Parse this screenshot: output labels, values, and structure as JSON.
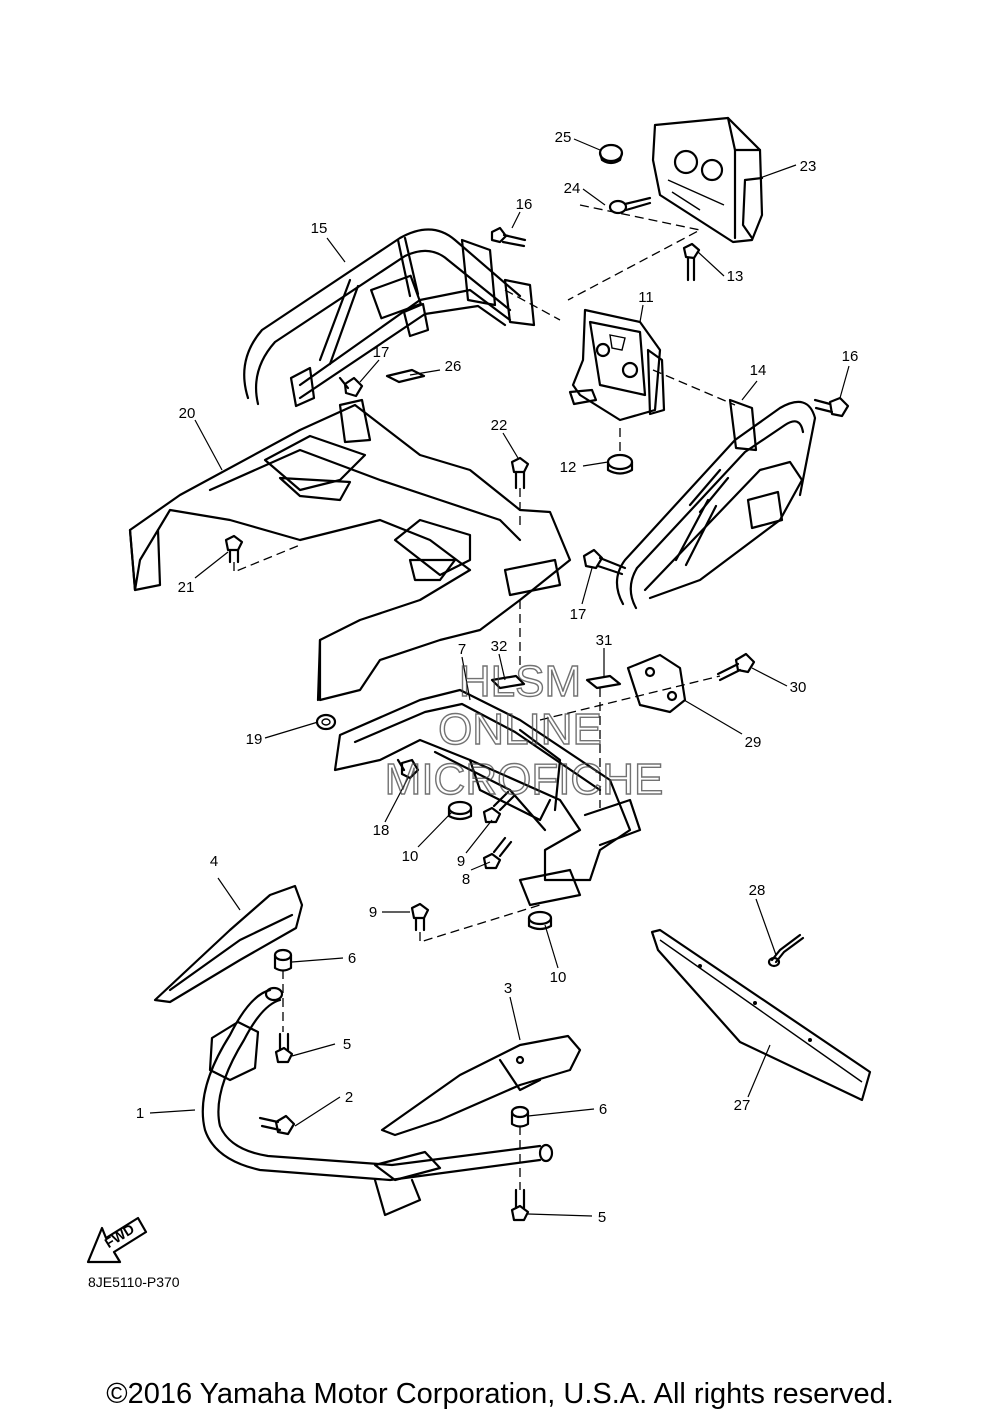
{
  "diagram_code": "8JE5110-P370",
  "copyright": "©2016 Yamaha Motor Corporation, U.S.A. All rights reserved.",
  "watermark": {
    "line1": "HLSM",
    "line2": "ONLINE",
    "line3": "MICROFICHE"
  },
  "fwd_label": "FWD",
  "callouts": [
    {
      "id": "c1",
      "label": "1"
    },
    {
      "id": "c2",
      "label": "2"
    },
    {
      "id": "c3",
      "label": "3"
    },
    {
      "id": "c4",
      "label": "4"
    },
    {
      "id": "c5a",
      "label": "5"
    },
    {
      "id": "c5b",
      "label": "5"
    },
    {
      "id": "c6a",
      "label": "6"
    },
    {
      "id": "c6b",
      "label": "6"
    },
    {
      "id": "c7",
      "label": "7"
    },
    {
      "id": "c8",
      "label": "8"
    },
    {
      "id": "c9a",
      "label": "9"
    },
    {
      "id": "c9b",
      "label": "9"
    },
    {
      "id": "c10a",
      "label": "10"
    },
    {
      "id": "c10b",
      "label": "10"
    },
    {
      "id": "c11",
      "label": "11"
    },
    {
      "id": "c12",
      "label": "12"
    },
    {
      "id": "c13",
      "label": "13"
    },
    {
      "id": "c14",
      "label": "14"
    },
    {
      "id": "c15",
      "label": "15"
    },
    {
      "id": "c16a",
      "label": "16"
    },
    {
      "id": "c16b",
      "label": "16"
    },
    {
      "id": "c17a",
      "label": "17"
    },
    {
      "id": "c17b",
      "label": "17"
    },
    {
      "id": "c18",
      "label": "18"
    },
    {
      "id": "c19",
      "label": "19"
    },
    {
      "id": "c20",
      "label": "20"
    },
    {
      "id": "c21",
      "label": "21"
    },
    {
      "id": "c22",
      "label": "22"
    },
    {
      "id": "c23",
      "label": "23"
    },
    {
      "id": "c24",
      "label": "24"
    },
    {
      "id": "c25",
      "label": "25"
    },
    {
      "id": "c26",
      "label": "26"
    },
    {
      "id": "c27",
      "label": "27"
    },
    {
      "id": "c28",
      "label": "28"
    },
    {
      "id": "c29",
      "label": "29"
    },
    {
      "id": "c30",
      "label": "30"
    },
    {
      "id": "c31",
      "label": "31"
    },
    {
      "id": "c32",
      "label": "32"
    }
  ]
}
